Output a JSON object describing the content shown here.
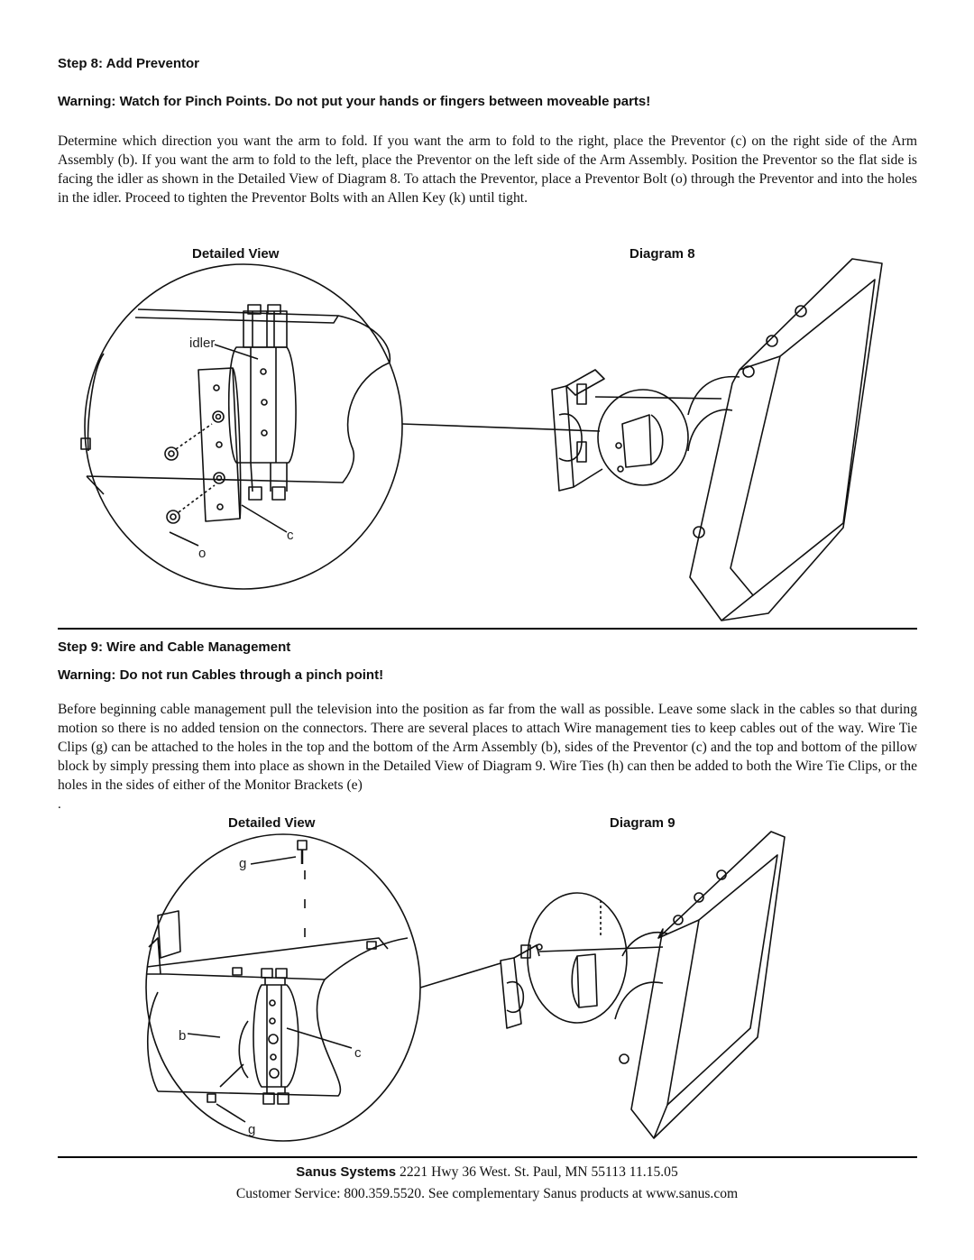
{
  "step8": {
    "heading": "Step 8: Add Preventor",
    "warning": "Warning: Watch for Pinch Points. Do not put your hands or fingers between moveable parts!",
    "body": "Determine which direction you want the arm to fold. If you want the arm to fold to the right, place the Preventor (c) on the right side of the Arm Assembly (b). If you want the arm to fold to the left, place the Preventor on the left side of the Arm Assembly. Position the Preventor so the flat side is facing the idler as shown in the Detailed View of Diagram 8. To attach the Preventor, place a Preventor Bolt (o) through the Preventor and into the holes in the idler. Proceed to tighten the Preventor Bolts with an Allen Key (k) until tight.",
    "detail_label": "Detailed View",
    "diagram_label": "Diagram 8",
    "callouts": {
      "idler": "idler",
      "c": "c",
      "o": "o"
    }
  },
  "step9": {
    "heading": "Step 9: Wire and Cable Management",
    "warning": "Warning: Do not run Cables through a pinch point!",
    "body": "Before beginning cable management pull the television into the position as far from the wall as possible. Leave some slack in the cables so that during motion so there is no added tension on the connectors. There are several places to attach Wire management ties to keep cables out of the way. Wire Tie Clips (g) can be attached to the holes in the top and the bottom of the Arm Assembly (b), sides of the Preventor (c) and the top and bottom of the pillow block by simply pressing them into place as shown in the Detailed View of Diagram 9. Wire Ties (h) can then be added to both the Wire Tie Clips, or the holes in the sides of either of the Monitor Brackets (e)",
    "stray_period": ".",
    "detail_label": "Detailed View",
    "diagram_label": "Diagram 9",
    "callouts": {
      "g_top": "g",
      "b": "b",
      "c": "c",
      "g_bottom": "g"
    }
  },
  "footer": {
    "company": "Sanus Systems",
    "address": "2221 Hwy 36 West. St. Paul, MN 55113  11.15.05",
    "service": "Customer Service: 800.359.5520. See complementary Sanus products at www.sanus.com"
  }
}
